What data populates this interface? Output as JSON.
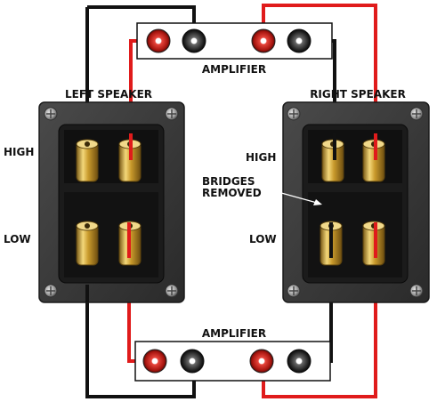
{
  "labels": {
    "amplifier_top": "AMPLIFIER",
    "amplifier_bottom": "AMPLIFIER",
    "left_speaker": "LEFT SPEAKER",
    "right_speaker": "RIGHT SPEAKER",
    "high_left": "HIGH",
    "low_left": "LOW",
    "high_right": "HIGH",
    "low_right": "LOW",
    "bridges_line1": "BRIDGES",
    "bridges_line2": "REMOVED"
  },
  "colors": {
    "wire_positive": "#e01b1b",
    "wire_negative": "#111111",
    "terminal_red": "#c8251d",
    "terminal_black": "#2a2a2a",
    "post_gold": "#c9a23a",
    "plate": "#3a3a3a"
  }
}
